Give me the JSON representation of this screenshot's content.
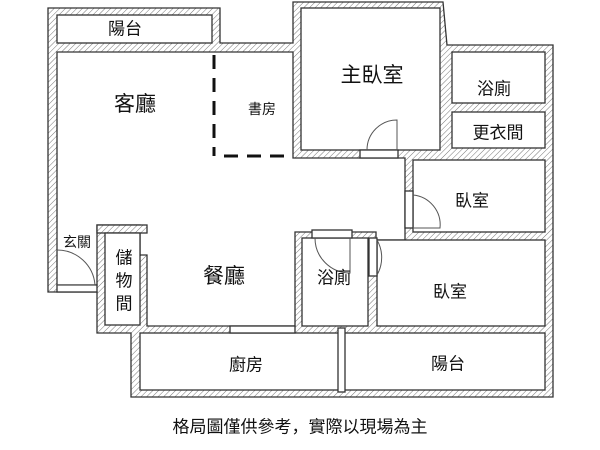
{
  "rooms": {
    "balcony_top": "陽台",
    "living_room": "客廳",
    "study": "書房",
    "master_bedroom": "主臥室",
    "master_bath": "浴廁",
    "walk_in_closet": "更衣間",
    "bedroom_2": "臥室",
    "entrance": "玄關",
    "storage": "儲物間",
    "dining_room": "餐廳",
    "bathroom": "浴廁",
    "bedroom_3": "臥室",
    "kitchen": "廚房",
    "balcony_bottom": "陽台"
  },
  "caption": "格局圖僅供參考，實際以現場為主"
}
